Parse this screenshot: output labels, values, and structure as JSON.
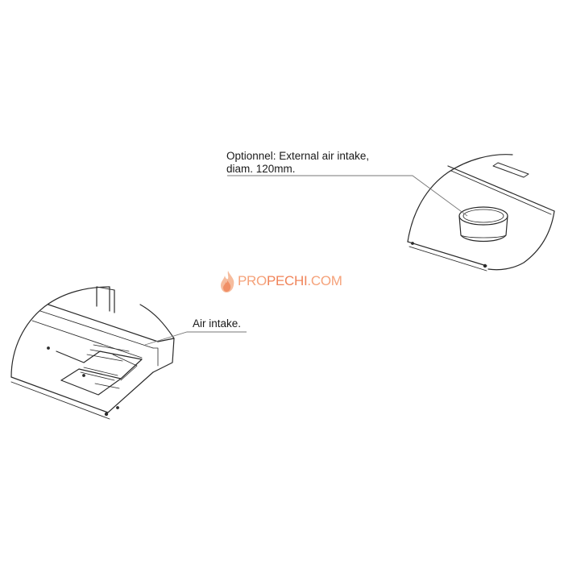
{
  "annotations": {
    "external_intake_line1": "Optionnel: External air intake,",
    "external_intake_line2": "diam. 120mm.",
    "air_intake": "Air intake."
  },
  "watermark": {
    "pro": "PRO",
    "pechi": "PECHI",
    "com": ".COM"
  },
  "icons": {
    "watermark_logo": "flame-icon"
  },
  "colors": {
    "line": "#2a2a2a",
    "leader": "#777777",
    "watermark": "#f08a60"
  }
}
